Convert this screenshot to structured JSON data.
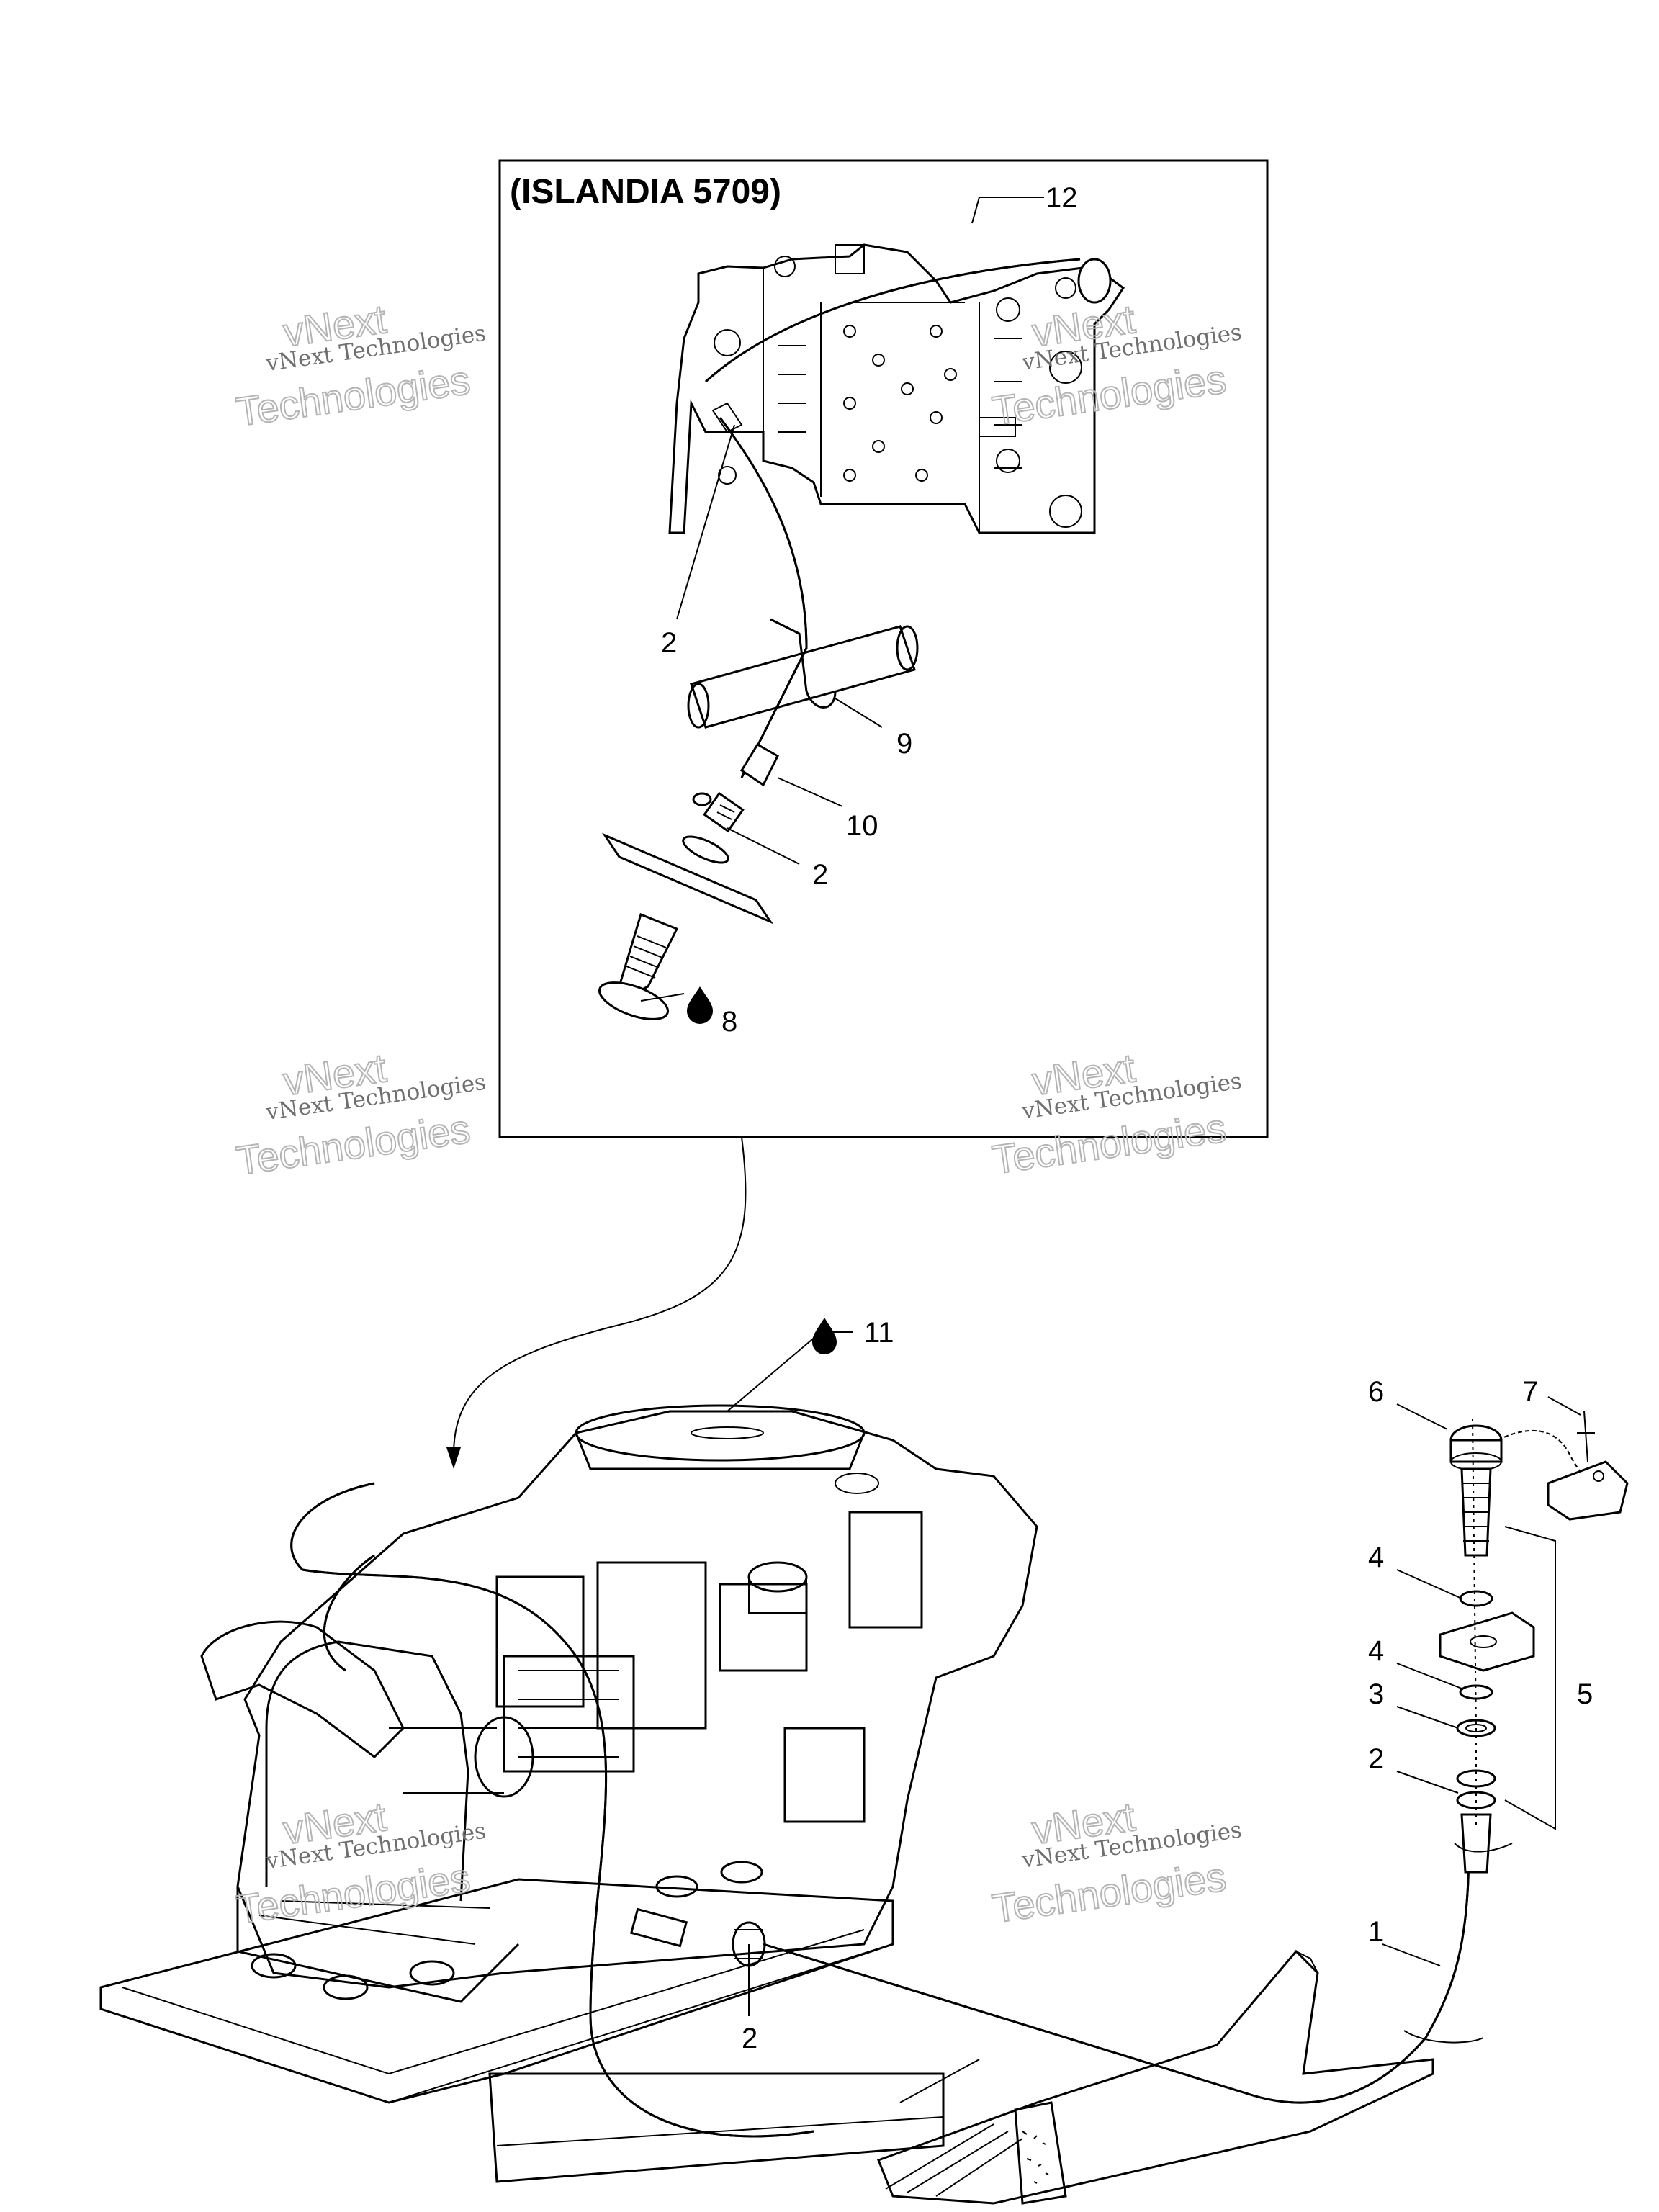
{
  "inset": {
    "title": "(ISLANDIA 5709)"
  },
  "callouts": {
    "top": [
      "12",
      "2",
      "9",
      "10",
      "2",
      "8"
    ],
    "bottom": [
      "11",
      "6",
      "7",
      "4",
      "4",
      "3",
      "2",
      "5",
      "1",
      "2"
    ]
  },
  "watermark": {
    "line1": "vNext Technologies",
    "line2": "vNext",
    "line3": "Technologies"
  },
  "icons": {
    "lubricant": "oil-drop-icon"
  },
  "colors": {
    "ink": "#000000",
    "background": "#ffffff",
    "watermark": "#b4b4b4"
  }
}
